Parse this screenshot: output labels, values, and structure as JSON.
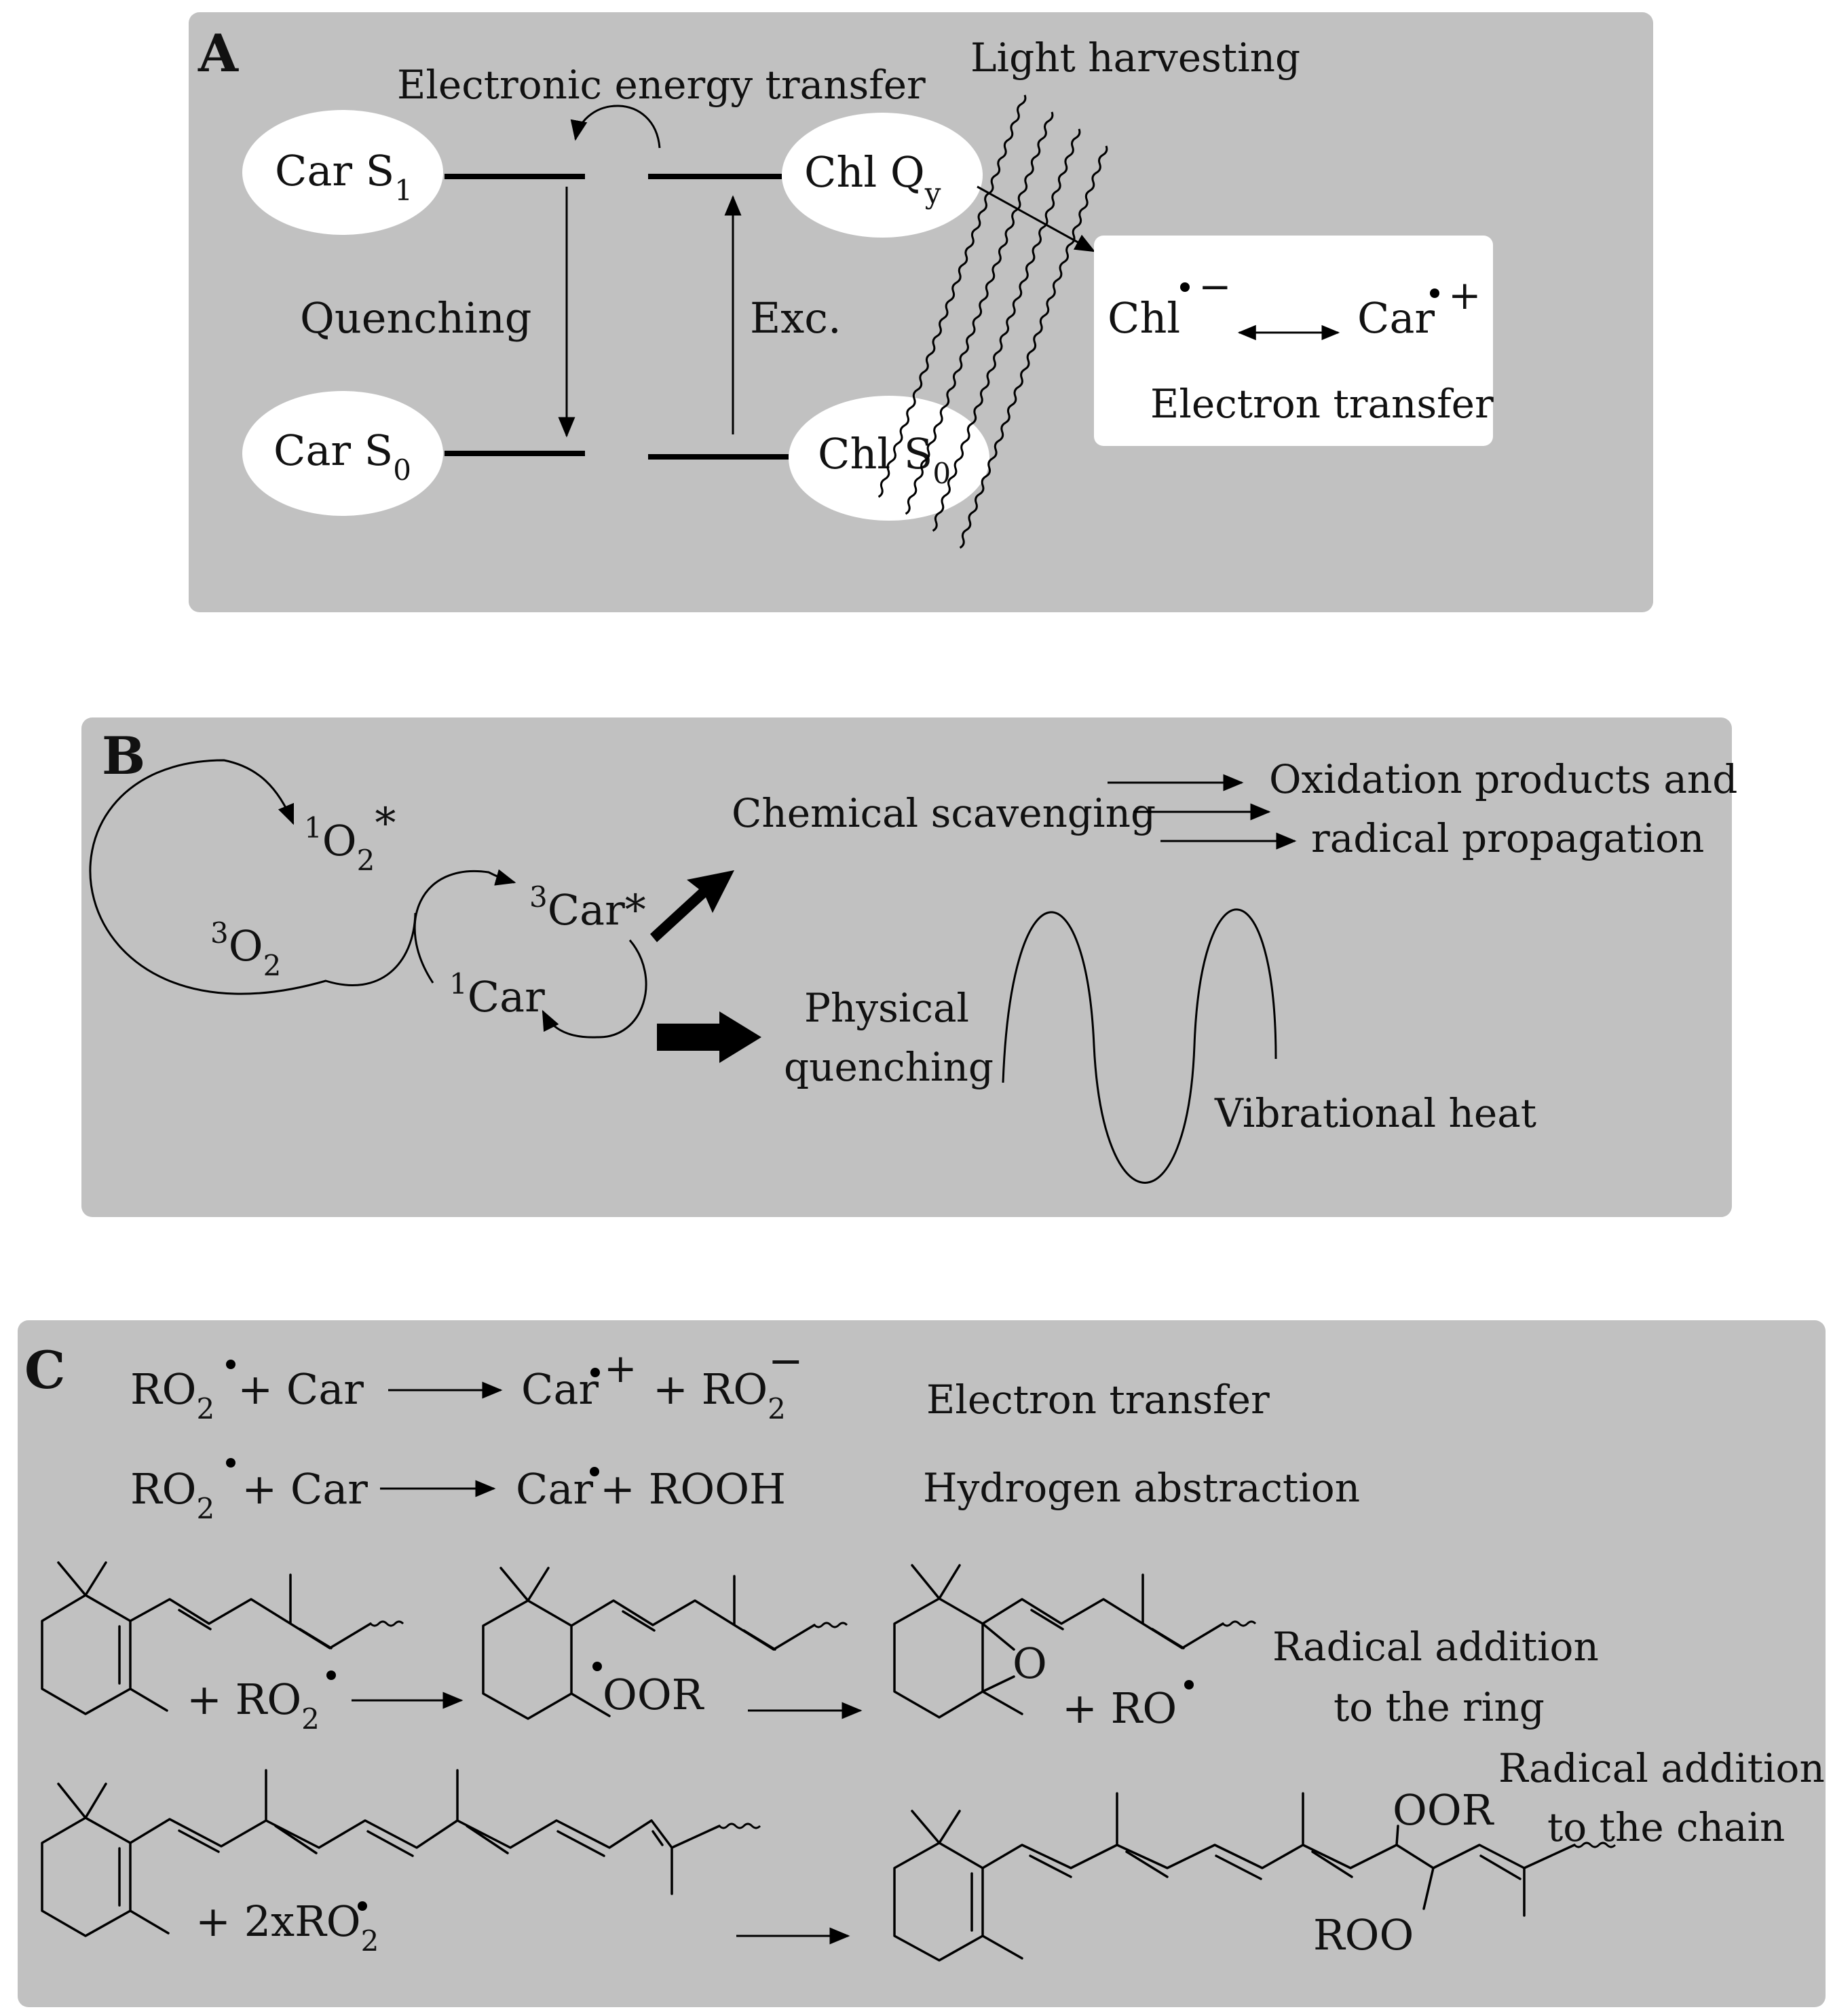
{
  "panels": {
    "a": {
      "letter": "A",
      "eet": "Electronic energy transfer",
      "light": "Light harvesting",
      "car_s1": "Car S",
      "car_s1_sub": "1",
      "chl_qy": "Chl Q",
      "chl_qy_sub": "y",
      "quenching": "Quenching",
      "exc": "Exc.",
      "car_s0": "Car S",
      "car_s0_sub": "0",
      "chl_s0": "Chl S",
      "chl_s0_sub": "0",
      "chl_rad": "Chl",
      "chl_charge": "−",
      "car_rad": "Car",
      "car_charge": "+",
      "et": "Electron transfer"
    },
    "b": {
      "letter": "B",
      "o2_singlet_sup": "1",
      "o2_singlet": "O",
      "o2_singlet_sub": "2",
      "o2_singlet_star": "*",
      "o2_triplet_sup": "3",
      "o2_triplet": "O",
      "o2_triplet_sub": "2",
      "car_triplet_sup": "3",
      "car_triplet": "Car*",
      "car_singlet_sup": "1",
      "car_singlet": "Car",
      "chem_scav": "Chemical scavenging",
      "oxid_1": "Oxidation products and",
      "oxid_2": "radical propagation",
      "phys_1": "Physical",
      "phys_2": "quenching",
      "vib": "Vibrational heat"
    },
    "c": {
      "letter": "C",
      "eq1_left": "RO",
      "eq1_left_sub": "2",
      "eq1_left_rest": "+ Car",
      "eq1_right": "Car",
      "eq1_right_charge": "+",
      "eq1_plus": "+ RO",
      "eq1_sub": "2",
      "eq1_sup": "−",
      "eq1_label": "Electron transfer",
      "eq2_left": "RO",
      "eq2_left_sub": "2",
      "eq2_left_rest": "+ Car",
      "eq2_right": "Car",
      "eq2_right_rest": "+ ROOH",
      "eq2_label": "Hydrogen abstraction",
      "r3_plus": "+ RO",
      "r3_sub": "2",
      "r3_oor": "OOR",
      "r3_o": "O",
      "r3_ro": "+ RO",
      "r3_label_1": "Radical addition",
      "r3_label_2": "to the ring",
      "r4_plus": "+ 2xRO",
      "r4_sub": "2",
      "r4_oor": "OOR",
      "r4_roo": "ROO",
      "r4_label_1": "Radical addition",
      "r4_label_2": "to the chain"
    }
  }
}
